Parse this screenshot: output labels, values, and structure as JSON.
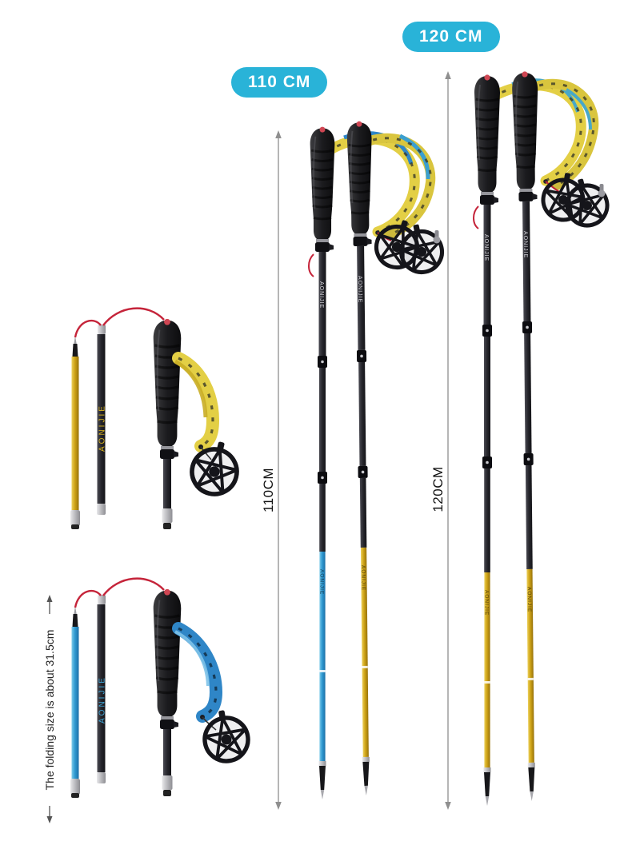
{
  "brand": "AONIJIE",
  "badges": {
    "pole_110": "110 CM",
    "pole_120": "120 CM"
  },
  "dimensions": {
    "pole_110": "110CM",
    "pole_120": "120CM",
    "folding_note": "The folding size is about 31.5cm"
  },
  "colors": {
    "badge_background": "#29b3d8",
    "badge_text": "#ffffff",
    "shaft_blue": "#2f9ad2",
    "shaft_yellow": "#cfa417",
    "shaft_black": "#26262c",
    "strap_yellow": "#e3cf45",
    "strap_blue": "#2f86c7",
    "cord_red": "#c5243a",
    "dimension_lines": "#8f8f8f",
    "background": "#ffffff"
  }
}
